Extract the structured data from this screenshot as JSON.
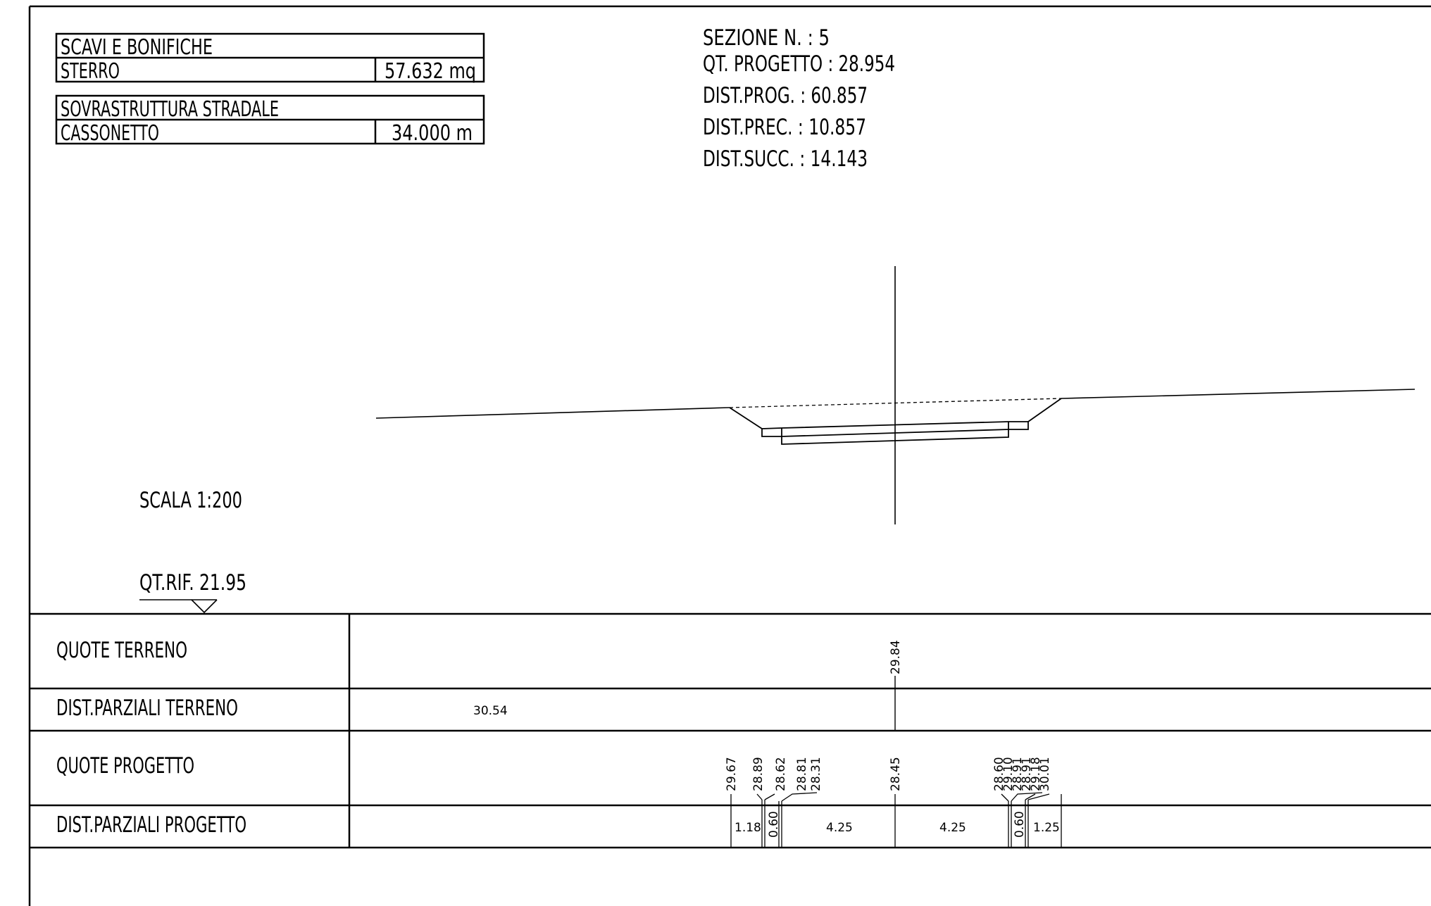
{
  "boxes": {
    "scavi": {
      "title": "SCAVI  E  BONIFICHE",
      "row_label": "STERRO",
      "row_value": "57.632  mq"
    },
    "sovra": {
      "title": "SOVRASTRUTTURA  STRADALE",
      "row_label": "CASSONETTO",
      "row_value": "34.000  m"
    }
  },
  "section_info": [
    "SEZIONE  N. : 5",
    "QT.  PROGETTO : 28.954",
    "DIST.PROG. : 60.857",
    "DIST.PREC. : 10.857",
    "DIST.SUCC. : 14.143"
  ],
  "scale_label": "SCALA  1:200",
  "reference_label": "QT.RIF.  21.95",
  "table_rows": [
    "QUOTE  TERRENO",
    "DIST.PARZIALI  TERRENO",
    "QUOTE  PROGETTO",
    "DIST.PARZIALI  PROGETTO"
  ],
  "terrain_elevations": [
    "29.84"
  ],
  "terrain_distances": [
    "30.54"
  ],
  "project_elevations": [
    "29.67",
    "28.89",
    "28.62",
    "28.81",
    "28.31",
    "28.45",
    "28.60",
    "29.10",
    "28.91",
    "28.91",
    "29.18",
    "30.01"
  ],
  "project_distances": [
    "1.18",
    "0.60",
    "4.25",
    "4.25",
    "0.60",
    "1.25"
  ]
}
